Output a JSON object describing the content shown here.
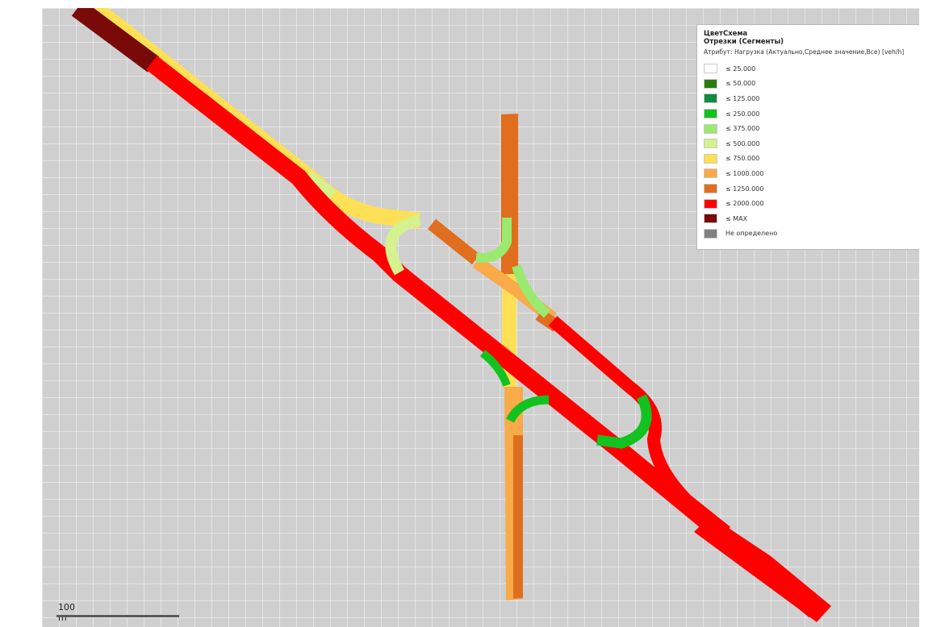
{
  "legend": {
    "title_line1": "ЦветСхема",
    "title_line2": "Отрезки (Сегменты)",
    "attribute": "Атрибут: Нагрузка (Актуально,Среднее значение,Все) [veh/h]",
    "items": [
      {
        "label": "≤ 25.000",
        "color": "#ffffff"
      },
      {
        "label": "≤ 50.000",
        "color": "#2d7a10"
      },
      {
        "label": "≤ 125.000",
        "color": "#128a45"
      },
      {
        "label": "≤ 250.000",
        "color": "#12c21e"
      },
      {
        "label": "≤ 375.000",
        "color": "#99ea6e"
      },
      {
        "label": "≤ 500.000",
        "color": "#d5f28e"
      },
      {
        "label": "≤ 750.000",
        "color": "#fde055"
      },
      {
        "label": "≤ 1000.000",
        "color": "#f9aa49"
      },
      {
        "label": "≤ 1250.000",
        "color": "#e06e1e"
      },
      {
        "label": "≤ 2000.000",
        "color": "#ff0000"
      },
      {
        "label": "≤ MAX",
        "color": "#7a0a0a"
      },
      {
        "label": "Не определено",
        "color": "#808080"
      }
    ]
  },
  "scale": {
    "label": "100 m"
  },
  "colors": {
    "background": "#cfcfcf",
    "red": "#ff0000",
    "dark_red": "#7a0a0a",
    "yellow": "#fde055",
    "light_orange": "#f9aa49",
    "dark_orange": "#e06e1e",
    "light_green": "#d5f28e",
    "green": "#12c21e",
    "light_green2": "#99ea6e"
  },
  "icons": {
    "legend_toggle": "traffic-light-icon"
  }
}
